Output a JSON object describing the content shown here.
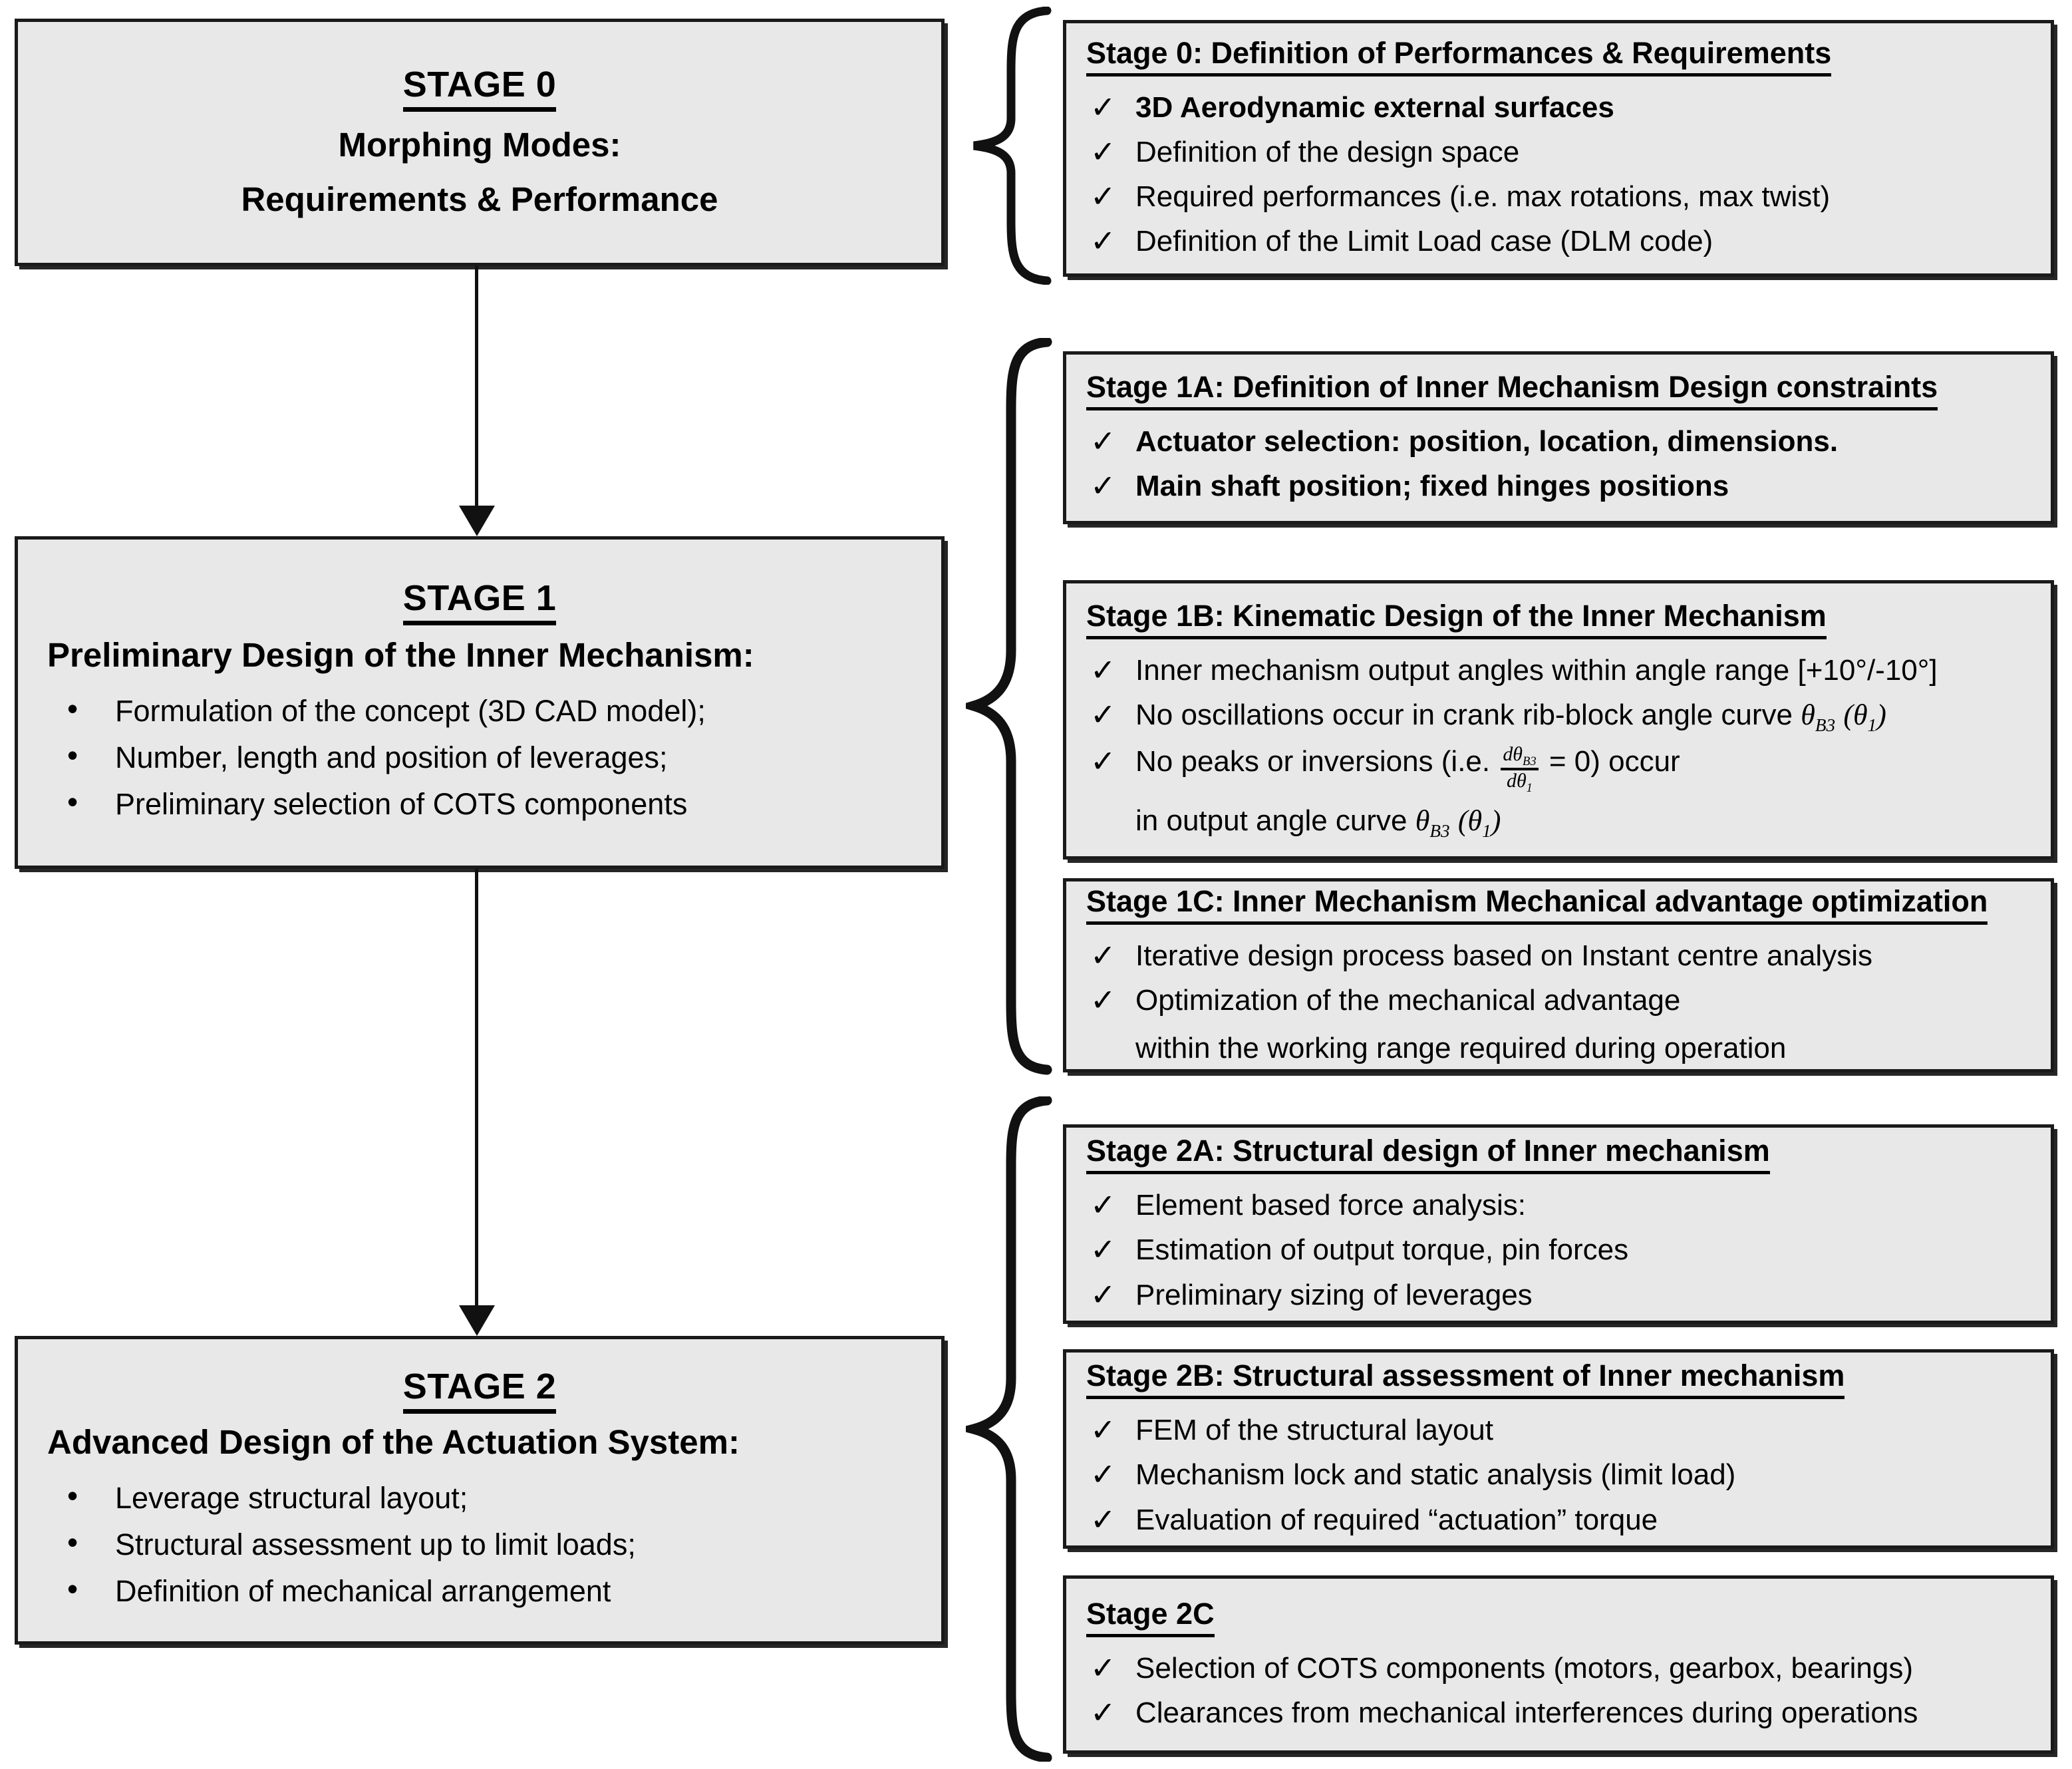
{
  "diagram": {
    "title": "Three-stage morphing wing actuation system design flowchart",
    "accent_fill": "#e8e8e8",
    "line_color": "#1a1a1a"
  },
  "stages": [
    {
      "id": "stage-0",
      "title": "STAGE 0",
      "subtitle_lines": [
        "Morphing Modes:",
        "Requirements & Performance"
      ],
      "bullets": []
    },
    {
      "id": "stage-1",
      "title": "STAGE 1",
      "subtitle_lines": [
        "Preliminary Design of the Inner Mechanism:"
      ],
      "bullets": [
        "Formulation of the concept (3D CAD model);",
        "Number, length and position of leverages;",
        "Preliminary selection of COTS components"
      ]
    },
    {
      "id": "stage-2",
      "title": "STAGE 2",
      "subtitle_lines": [
        "Advanced Design of the Actuation System:"
      ],
      "bullets": [
        "Leverage structural layout;",
        "Structural assessment up to limit loads;",
        "Definition of mechanical arrangement"
      ]
    }
  ],
  "details": [
    {
      "id": "stage-0-detail",
      "heading": "Stage 0: Definition of Performances & Requirements",
      "items": [
        {
          "text": "3D Aerodynamic external surfaces",
          "bold": true
        },
        {
          "text": "Definition of the design space",
          "bold": false
        },
        {
          "text": "Required performances (i.e. max rotations, max twist)",
          "bold": false
        },
        {
          "text": "Definition of the Limit Load case (DLM code)",
          "bold": false
        }
      ],
      "extra_lines": []
    },
    {
      "id": "stage-1a-detail",
      "heading": "Stage 1A: Definition of Inner Mechanism Design constraints",
      "items": [
        {
          "text": "Actuator selection: position, location, dimensions.",
          "bold": true
        },
        {
          "text": "Main shaft position; fixed hinges positions",
          "bold": true
        }
      ],
      "extra_lines": []
    },
    {
      "id": "stage-1b-detail",
      "heading": "Stage 1B: Kinematic Design of the Inner Mechanism",
      "items": [
        {
          "text": "Inner mechanism output angles within angle range [+10°/-10°]",
          "bold": false
        },
        {
          "text": "No oscillations occur in crank rib-block angle curve θB3 (θ1)",
          "bold": false
        },
        {
          "text": "No peaks or inversions (i.e. dθB3/dθ1 = 0) occur",
          "bold": false
        }
      ],
      "extra_lines": [
        "in output angle curve θB3 (θ1)"
      ]
    },
    {
      "id": "stage-1c-detail",
      "heading": "Stage 1C: Inner Mechanism Mechanical advantage optimization",
      "items": [
        {
          "text": "Iterative design process based on Instant centre analysis",
          "bold": false
        },
        {
          "text": "Optimization of the mechanical advantage",
          "bold": false
        }
      ],
      "extra_lines": [
        "within the working range required during operation"
      ]
    },
    {
      "id": "stage-2a-detail",
      "heading": "Stage 2A: Structural design of Inner mechanism",
      "items": [
        {
          "text": "Element based force analysis:",
          "bold": false
        },
        {
          "text": "Estimation of output torque, pin forces",
          "bold": false
        },
        {
          "text": "Preliminary sizing of leverages",
          "bold": false
        }
      ],
      "extra_lines": []
    },
    {
      "id": "stage-2b-detail",
      "heading": "Stage 2B: Structural assessment of Inner mechanism",
      "items": [
        {
          "text": "FEM of the structural layout",
          "bold": false
        },
        {
          "text": "Mechanism lock and static analysis (limit load)",
          "bold": false
        },
        {
          "text": "Evaluation of required “actuation” torque",
          "bold": false
        }
      ],
      "extra_lines": []
    },
    {
      "id": "stage-2c-detail",
      "heading": "Stage 2C",
      "items": [
        {
          "text": "Selection of COTS components (motors, gearbox, bearings)",
          "bold": false
        },
        {
          "text": "Clearances from mechanical interferences during operations",
          "bold": false
        }
      ],
      "extra_lines": []
    }
  ],
  "math": {
    "theta_b3": "θB3",
    "theta_1": "θ1",
    "d_theta_b3": "dθB3",
    "d_theta_1": "dθ1",
    "zero": "0",
    "equals": "=",
    "angle_range": "[+10°/-10°]"
  },
  "glyphs": {
    "check": "✓",
    "bullet": "•"
  },
  "connectors": [
    {
      "id": "arrow-stage0-to-stage1",
      "label": "flow arrow from Stage 0 to Stage 1"
    },
    {
      "id": "arrow-stage1-to-stage2",
      "label": "flow arrow from Stage 1 to Stage 2"
    },
    {
      "id": "brace-stage0",
      "label": "brace grouping Stage 0 detail"
    },
    {
      "id": "brace-stage1",
      "label": "brace grouping Stage 1A/1B/1C details"
    },
    {
      "id": "brace-stage2",
      "label": "brace grouping Stage 2A/2B/2C details"
    }
  ]
}
